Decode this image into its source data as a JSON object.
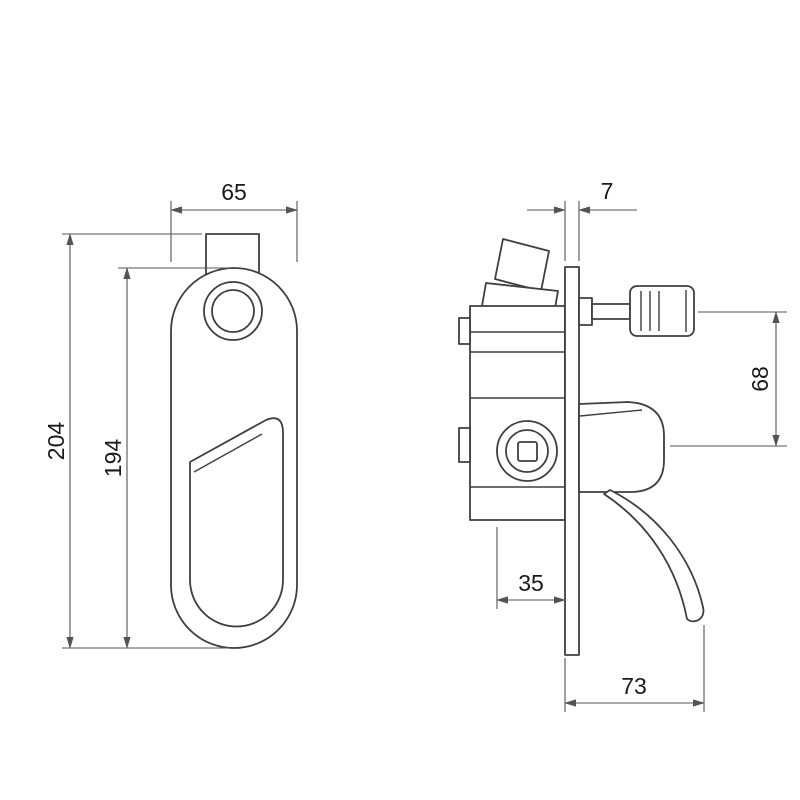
{
  "drawing": {
    "type": "technical-dimension-drawing",
    "colors": {
      "background": "#ffffff",
      "part_line": "#3f3f3f",
      "dimension_line": "#545454",
      "text": "#1a1a1a"
    },
    "dimensions": {
      "front_width": "65",
      "overall_height": "204",
      "plate_height": "194",
      "plate_thickness": "7",
      "knob_to_handle_offset": "68",
      "body_depth": "35",
      "overall_depth": "73"
    }
  }
}
